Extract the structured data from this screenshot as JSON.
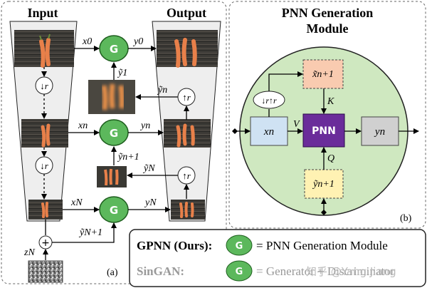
{
  "panel_a": {
    "input_title": "Input",
    "output_title": "Output",
    "corner_label": "(a)",
    "generator_glyph": "G",
    "downsample_glyph": "↓r",
    "upsample_glyph": "↑r",
    "plus_glyph": "+",
    "labels": {
      "x0": "x0",
      "y0": "y0",
      "y1_tilde": "ỹ1",
      "y_tilde_n": "ỹn",
      "xn": "xn",
      "yn": "yn",
      "y_tilde_n1": "ỹn+1",
      "y_tilde_N": "ỹN",
      "xN": "xN",
      "yN": "yN",
      "y_tilde_N1": "ỹN+1",
      "zN": "zN"
    }
  },
  "panel_b": {
    "title_line1": "PNN Generation",
    "title_line2": "Module",
    "corner_label": "(b)",
    "pnn_label": "PNN",
    "labels": {
      "x_tilde_top": "x̃n+1",
      "xn": "xn",
      "yn": "yn",
      "y_tilde_bottom": "ỹn+1",
      "V": "V",
      "K": "K",
      "Q": "Q",
      "down_up": "↓r↑r"
    }
  },
  "legend": {
    "gpnn_label": "GPNN (Ours):",
    "gpnn_text": "= PNN Generation Module",
    "singan_label": "SinGAN:",
    "singan_text": "= Generator + Discriminator",
    "glyph": "G",
    "watermark": "知乎 @Yang Jiang"
  },
  "colors": {
    "generator_green": "#5cb85c",
    "pnn_purple": "#6a2c9a",
    "xn_blue": "#cfe2f3",
    "x_tilde_orange": "#f9cbb0",
    "y_tilde_yellow": "#fff2b3",
    "yn_gray": "#d0d0d0",
    "module_green": "#cfe8c0",
    "panel_gray": "#eeeeee"
  }
}
